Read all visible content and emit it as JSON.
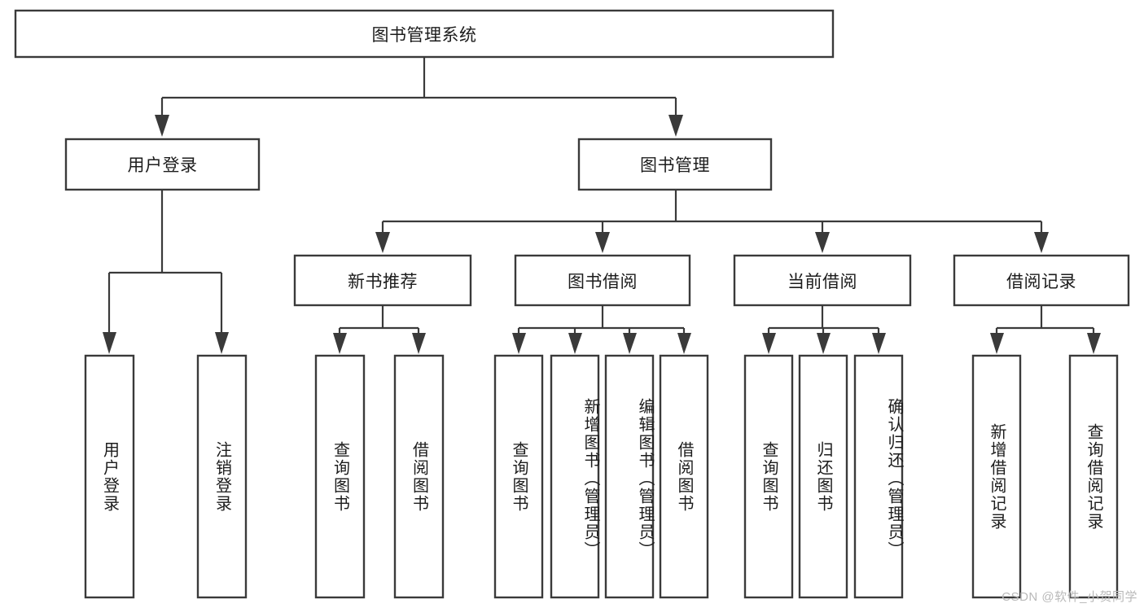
{
  "diagram": {
    "title": "图书管理系统",
    "type": "tree",
    "background_color": "#ffffff",
    "stroke_color": "#3a3a3a",
    "text_color": "#1c1c1c",
    "root": {
      "label": "图书管理系统"
    },
    "level2": [
      {
        "label": "用户登录"
      },
      {
        "label": "图书管理"
      }
    ],
    "level3": [
      {
        "label": "新书推荐"
      },
      {
        "label": "图书借阅"
      },
      {
        "label": "当前借阅"
      },
      {
        "label": "借阅记录"
      }
    ],
    "leaves": {
      "user_login": [
        {
          "label": "用户登录"
        },
        {
          "label": "注销登录"
        }
      ],
      "new_book": [
        {
          "label": "查询图书"
        },
        {
          "label": "借阅图书"
        }
      ],
      "book_borrow": [
        {
          "label": "查询图书"
        },
        {
          "label": "新增图书（管理员）"
        },
        {
          "label": "编辑图书（管理员）"
        },
        {
          "label": "借阅图书"
        }
      ],
      "current_borrow": [
        {
          "label": "查询图书"
        },
        {
          "label": "归还图书"
        },
        {
          "label": "确认归还（管理员）"
        }
      ],
      "borrow_record": [
        {
          "label": "新增借阅记录"
        },
        {
          "label": "查询借阅记录"
        }
      ]
    }
  },
  "watermark": {
    "text": "CSDN @软件_小贺同学"
  }
}
